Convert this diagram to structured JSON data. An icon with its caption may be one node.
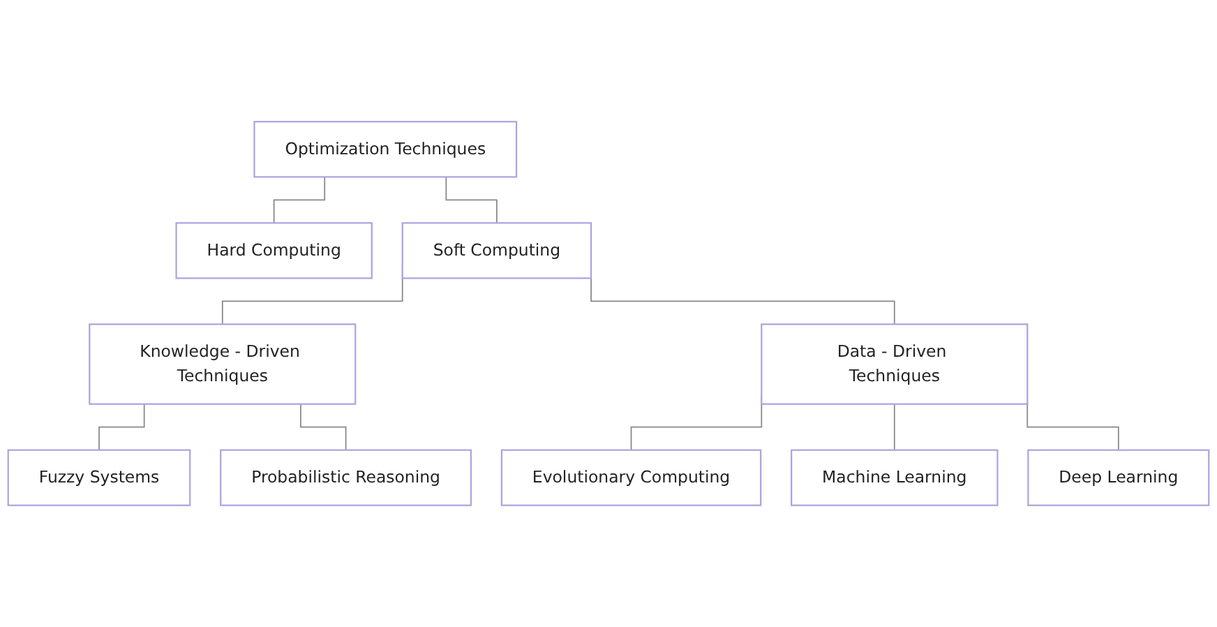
{
  "diagram": {
    "nodes": [
      {
        "text": [
          "Optimization Techniques"
        ]
      },
      {
        "text": [
          "Hard Computing"
        ]
      },
      {
        "text": [
          "Soft Computing"
        ]
      },
      {
        "text": [
          "Knowledge - Driven Techniques"
        ]
      },
      {
        "text": [
          "Data - Driven Techniques"
        ]
      },
      {
        "text": [
          "Fuzzy Systems"
        ]
      },
      {
        "text": [
          "Probabilistic Reasoning"
        ]
      },
      {
        "text": [
          "Evolutionary Computing"
        ]
      },
      {
        "text": [
          "Machine Learning"
        ]
      },
      {
        "text": [
          "Deep Learning"
        ]
      }
    ],
    "edges": [
      {
        "from": 0,
        "to": 1,
        "arrow": "none"
      },
      {
        "from": 0,
        "to": 2,
        "arrow": "none"
      },
      {
        "from": 2,
        "to": 3,
        "arrow": "none"
      },
      {
        "from": 2,
        "to": 4,
        "arrow": "none"
      },
      {
        "from": 3,
        "to": 5,
        "arrow": "none"
      },
      {
        "from": 3,
        "to": 6,
        "arrow": "none"
      },
      {
        "from": 4,
        "to": 7,
        "arrow": "none"
      },
      {
        "from": 4,
        "to": 8,
        "arrow": "none"
      },
      {
        "from": 4,
        "to": 9,
        "arrow": "none"
      }
    ]
  }
}
